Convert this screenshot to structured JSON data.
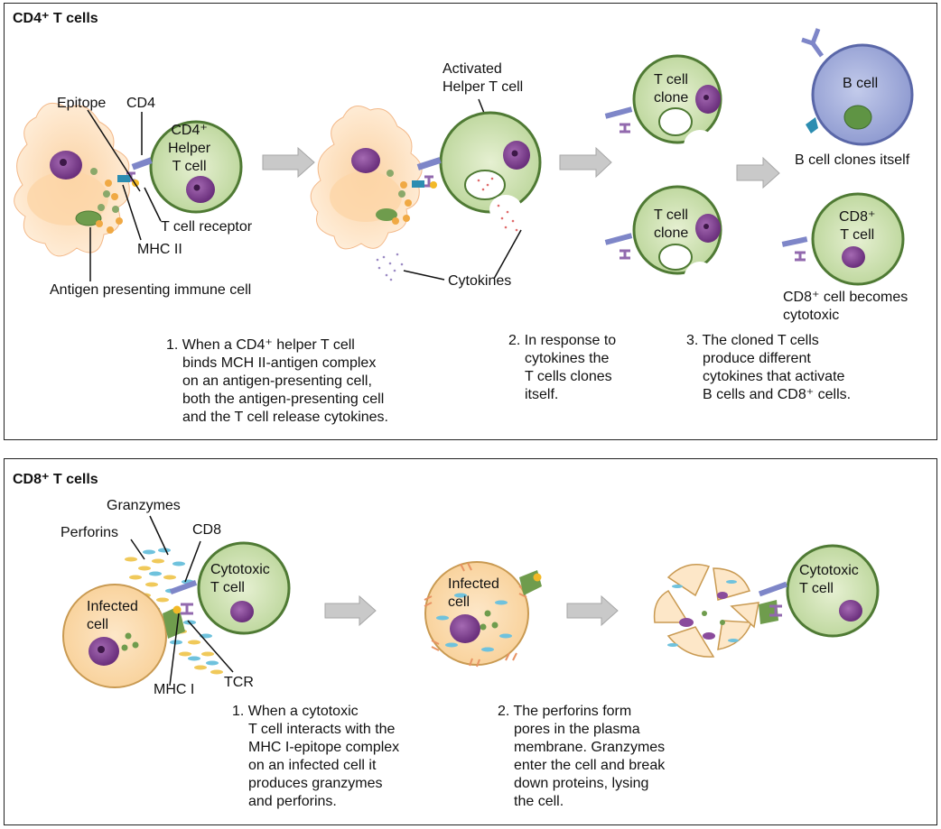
{
  "panel1": {
    "title": "CD4⁺ T cells",
    "labels": {
      "epitope": "Epitope",
      "cd4": "CD4",
      "helper_cell": [
        "CD4⁺",
        "Helper",
        "T cell"
      ],
      "t_cell_receptor": "T cell receptor",
      "mhc2": "MHC II",
      "apc": "Antigen presenting immune cell",
      "activated": [
        "Activated",
        "Helper T cell"
      ],
      "cytokines": "Cytokines",
      "clone_top": [
        "T cell",
        "clone"
      ],
      "clone_bottom": [
        "T cell",
        "clone"
      ],
      "b_cell": "B cell",
      "b_cell_clones": "B cell clones itself",
      "cd8_cell": [
        "CD8⁺",
        "T cell"
      ],
      "cd8_cytotoxic": [
        "CD8⁺ cell becomes",
        "cytotoxic"
      ]
    },
    "captions": {
      "step1": [
        "1. When a CD4⁺ helper T cell",
        "binds MCH II-antigen complex",
        "on an antigen-presenting cell,",
        "both the antigen-presenting cell",
        "and the T cell release cytokines."
      ],
      "step2": [
        "2. In response to",
        "cytokines the",
        "T cells clones",
        "itself."
      ],
      "step3": [
        "3. The cloned T cells",
        "produce different",
        "cytokines that activate",
        "B cells and CD8⁺ cells."
      ]
    }
  },
  "panel2": {
    "title": "CD8⁺ T cells",
    "labels": {
      "granzymes": "Granzymes",
      "perforins": "Perforins",
      "cd8": "CD8",
      "infected1": [
        "Infected",
        "cell"
      ],
      "cytotoxic1": [
        "Cytotoxic",
        "T cell"
      ],
      "mhc1": "MHC I",
      "tcr": "TCR",
      "infected2": [
        "Infected",
        "cell"
      ],
      "cytotoxic2": [
        "Cytotoxic",
        "T cell"
      ]
    },
    "captions": {
      "step1": [
        "1. When a cytotoxic",
        "T cell interacts with the",
        "MHC I-epitope complex",
        "on an infected cell it",
        "produces granzymes",
        "and perforins."
      ],
      "step2": [
        "2. The perforins form",
        "pores in the plasma",
        "membrane. Granzymes",
        "enter the cell and break",
        "down proteins, lysing",
        "the cell."
      ]
    }
  },
  "colors": {
    "t_cell_fill": "#d4e6b8",
    "t_cell_stroke": "#4f7a34",
    "nucleus": "#7a3d8c",
    "apc_fill": "#fde0bd",
    "b_cell_fill": "#a9b3dd",
    "arrow": "#c9c9c9"
  }
}
